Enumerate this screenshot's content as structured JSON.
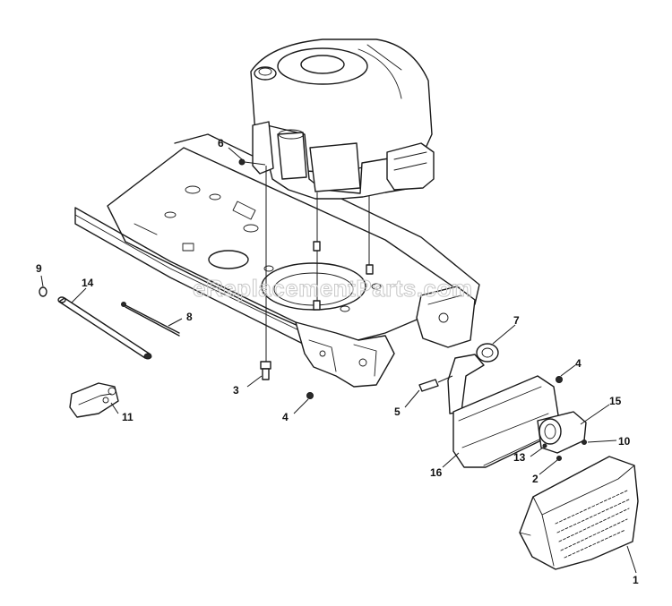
{
  "watermark": "eReplacementParts.com",
  "callouts": {
    "c1": "1",
    "c2": "2",
    "c3": "3",
    "c4a": "4",
    "c4b": "4",
    "c5": "5",
    "c6": "6",
    "c7": "7",
    "c8": "8",
    "c9": "9",
    "c10": "10",
    "c11": "11",
    "c13": "13",
    "c14": "14",
    "c15": "15",
    "c16": "16"
  },
  "colors": {
    "line": "#1a1a1a",
    "watermark": "#c8c8c8",
    "background": "#ffffff"
  }
}
